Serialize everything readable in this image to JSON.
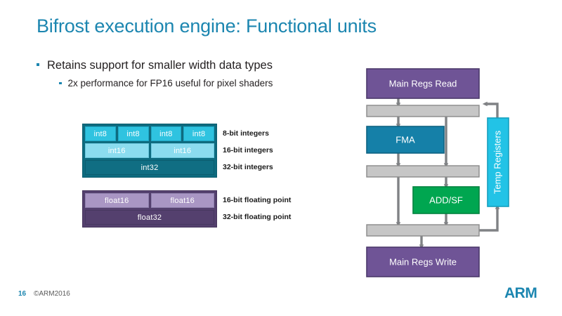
{
  "slide": {
    "title": "Bifrost execution engine: Functional units",
    "bullets": {
      "level1": "Retains support for smaller width data types",
      "level2": "2x performance for FP16 useful for pixel shaders"
    },
    "footer": {
      "page_number": "16",
      "copyright": "©ARM2016",
      "logo": "ARM"
    }
  },
  "datatypes": {
    "integer": {
      "rows": [
        {
          "cells": [
            "int8",
            "int8",
            "int8",
            "int8"
          ],
          "label": "8-bit integers"
        },
        {
          "cells": [
            "int16",
            "int16"
          ],
          "label": "16-bit integers"
        },
        {
          "cells": [
            "int32"
          ],
          "label": "32-bit integers"
        }
      ]
    },
    "floating": {
      "rows": [
        {
          "cells": [
            "float16",
            "float16"
          ],
          "label": "16-bit floating point"
        },
        {
          "cells": [
            "float32"
          ],
          "label": "32-bit floating point"
        }
      ]
    }
  },
  "pipeline": {
    "blocks": {
      "main_regs_read": "Main Regs Read",
      "fma": "FMA",
      "add_sf": "ADD/SF",
      "main_regs_write": "Main Regs Write",
      "temp_registers": "Temp Registers"
    },
    "buses": [
      "bus-top",
      "bus-middle",
      "bus-bottom"
    ]
  },
  "colors": {
    "title_blue": "#1C86B0",
    "int8": "#2FC3E0",
    "int16": "#8BDCEF",
    "int32": "#106E83",
    "float16": "#A996C4",
    "float32": "#54406E",
    "purple": "#6F5496",
    "teal": "#1580A8",
    "green": "#00A650",
    "cyan": "#22C3E6",
    "bus_grey": "#C6C6C6",
    "arrow_grey": "#808285"
  }
}
